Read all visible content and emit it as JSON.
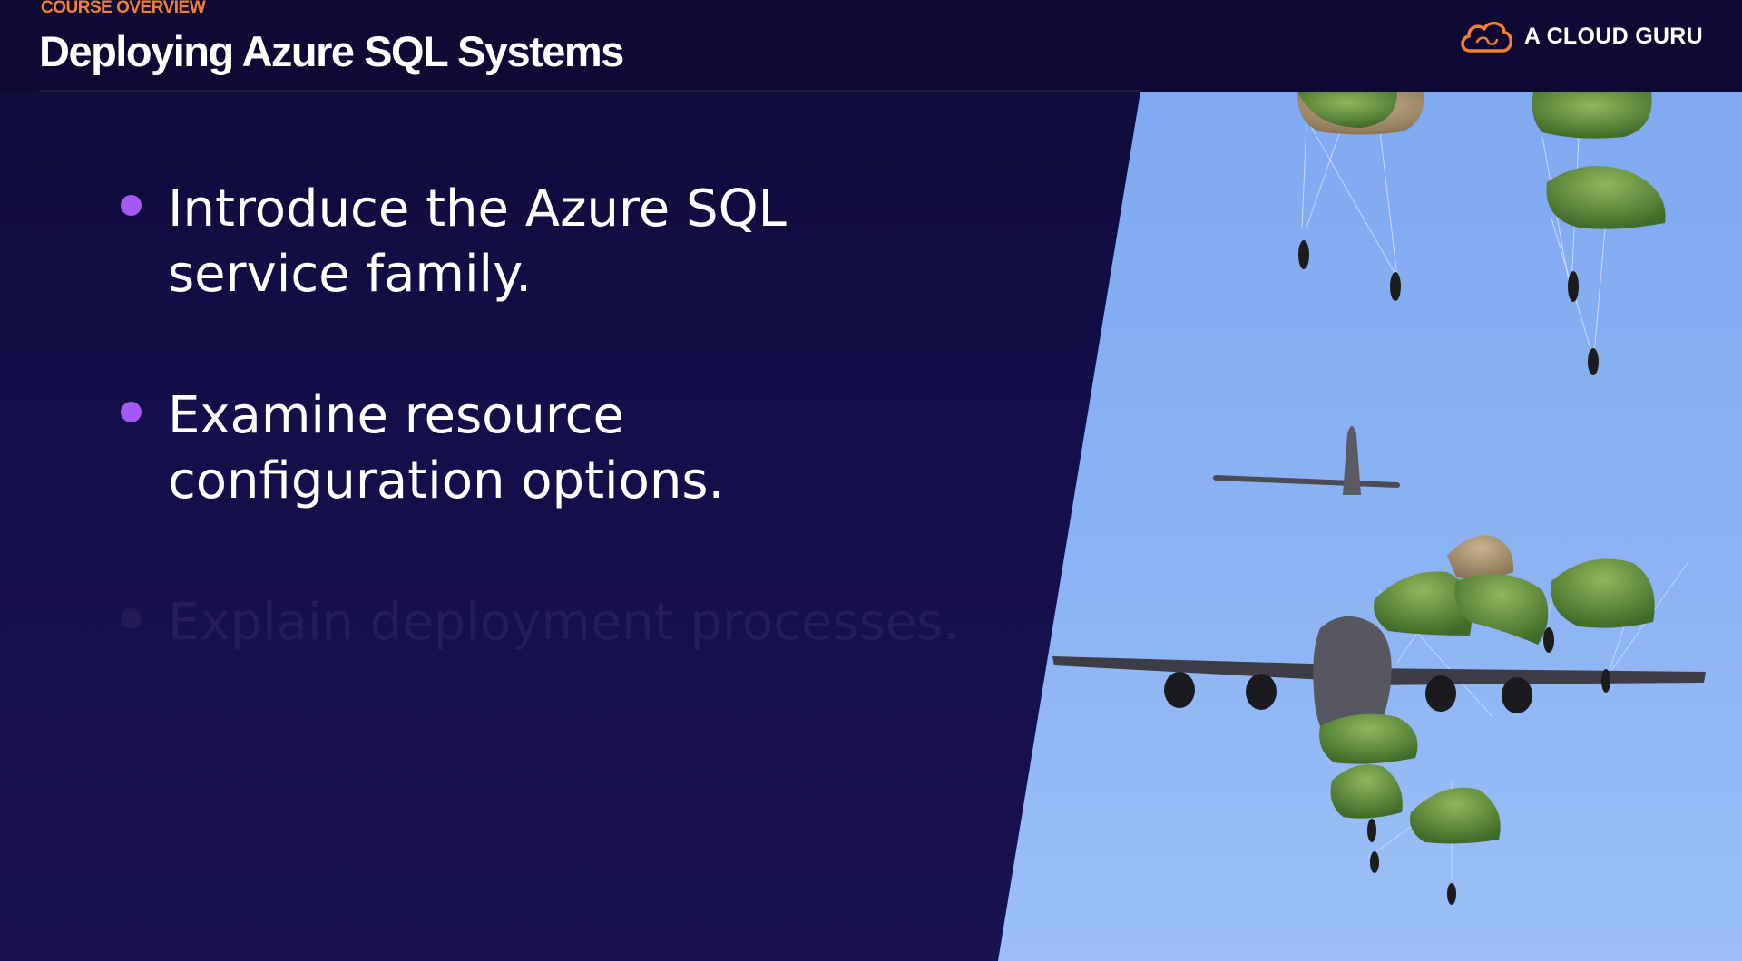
{
  "header": {
    "eyebrow": "COURSE OVERVIEW",
    "title": "Deploying Azure SQL Systems",
    "brand": "A CLOUD GURU"
  },
  "bullets": [
    "Introduce the Azure SQL service family.",
    "Examine resource configuration options.",
    "Explain deployment processes."
  ],
  "icons": {
    "logo": "cloud-icon",
    "bullet": "bullet-dot-icon"
  },
  "colors": {
    "background": "#140e4a",
    "eyebrow": "#f08232",
    "bullet_accent": "#a259f5",
    "sky": "#8db5f4",
    "canopy": "#5c8a3a"
  }
}
